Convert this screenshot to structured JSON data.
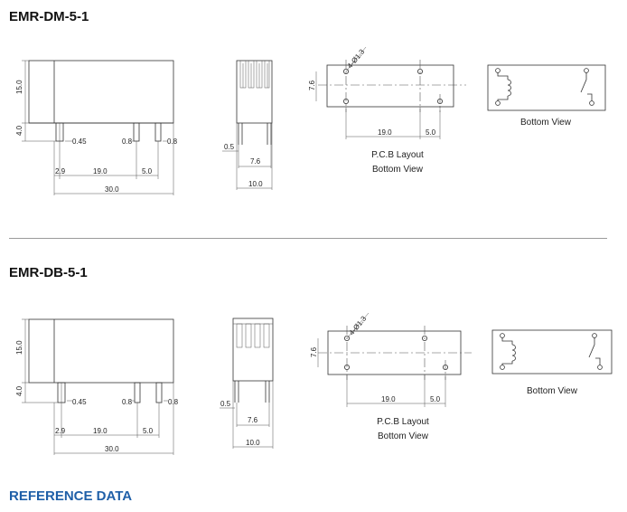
{
  "sections": [
    {
      "title": "EMR-DM-5-1",
      "front_view": {
        "height_dim": "15.0",
        "pin_height_dim": "4.0",
        "pin_width_1": "0.45",
        "pin_width_2": "0.8",
        "pin_width_3": "0.8",
        "offset_dim": "2.9",
        "spacing_1": "19.0",
        "spacing_2": "5.0",
        "total_length": "30.0"
      },
      "side_view": {
        "pin_dim": "0.5",
        "pin_spacing": "7.6",
        "width_dim": "10.0"
      },
      "pcb_layout": {
        "hole_label": "4-Ø1.3",
        "row_spacing": "7.6",
        "spacing_1": "19.0",
        "spacing_2": "5.0",
        "caption_line_1": "P.C.B Layout",
        "caption_line_2": "Bottom View"
      },
      "schematic": {
        "caption": "Bottom View"
      }
    },
    {
      "title": "EMR-DB-5-1",
      "front_view": {
        "height_dim": "15.0",
        "pin_height_dim": "4.0",
        "pin_width_1": "0.45",
        "pin_width_2": "0.8",
        "pin_width_3": "0.8",
        "offset_dim": "2.9",
        "spacing_1": "19.0",
        "spacing_2": "5.0",
        "total_length": "30.0"
      },
      "side_view": {
        "pin_dim": "0.5",
        "pin_spacing": "7.6",
        "width_dim": "10.0"
      },
      "pcb_layout": {
        "hole_label": "4-Ø1.3",
        "row_spacing": "7.6",
        "spacing_1": "19.0",
        "spacing_2": "5.0",
        "caption_line_1": "P.C.B Layout",
        "caption_line_2": "Bottom View"
      },
      "schematic": {
        "caption": "Bottom View"
      }
    }
  ],
  "reference_title": "REFERENCE DATA",
  "colors": {
    "reference_title": "#1f5fa8",
    "divider": "#9a9a9a",
    "line": "#333333"
  }
}
